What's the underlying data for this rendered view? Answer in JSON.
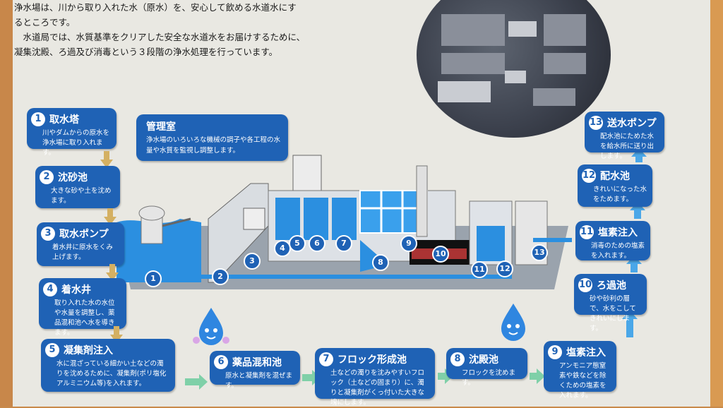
{
  "intro": {
    "line1": "浄水場は、川から取り入れた水（原水）を、安心して飲める水道水にす",
    "line2": "るところです。",
    "line3": "水道局では、水質基準をクリアした安全な水道水をお届けするために、",
    "line4": "凝集沈殿、ろ過及び消毒という３段階の浄水処理を行っています。"
  },
  "control_room": {
    "title": "管理室",
    "desc": "浄水場のいろいろな機械の調子や各工程の水量や水質を監視し調整します。"
  },
  "steps": [
    {
      "num": "1",
      "title": "取水塔",
      "desc": "川やダムからの原水を浄水場に取り入れます。"
    },
    {
      "num": "2",
      "title": "沈砂池",
      "desc": "大きな砂や土を沈めます。"
    },
    {
      "num": "3",
      "title": "取水ポンプ",
      "desc": "着水井に原水をくみ上げます。"
    },
    {
      "num": "4",
      "title": "着水井",
      "desc": "取り入れた水の水位や水量を調整し、薬品混和池へ水を導きます。"
    },
    {
      "num": "5",
      "title": "凝集剤注入",
      "desc": "水に混ざっている細かい土などの濁りを沈めるために、凝集剤(ポリ塩化アルミニウム等)を入れます。"
    },
    {
      "num": "6",
      "title": "薬品混和池",
      "desc": "原水と凝集剤を混ぜます。"
    },
    {
      "num": "7",
      "title": "フロック形成池",
      "desc": "土などの濁りを沈みやすいフロック（土などの固まり）に、濁りと凝集剤がくっ付いた大きな塊にします。"
    },
    {
      "num": "8",
      "title": "沈殿池",
      "desc": "フロックを沈めます。"
    },
    {
      "num": "9",
      "title": "塩素注入",
      "desc": "アンモニア態窒素や鉄などを除くための塩素を入れます。"
    },
    {
      "num": "10",
      "title": "ろ過池",
      "desc": "砂や砂利の層で、水をこしてきれいにします。"
    },
    {
      "num": "11",
      "title": "塩素注入",
      "desc": "消毒のための塩素を入れます。"
    },
    {
      "num": "12",
      "title": "配水池",
      "desc": "きれいになった水をためます。"
    },
    {
      "num": "13",
      "title": "送水ポンプ",
      "desc": "配水池にためた水を給水所に送り出します。"
    }
  ],
  "diagram_labels": [
    "1",
    "2",
    "3",
    "4",
    "5",
    "6",
    "7",
    "8",
    "9",
    "10",
    "11",
    "12",
    "13"
  ],
  "colors": {
    "panel": "#1f62b5",
    "water": "#4aa7e8",
    "board": "#e9e8e2"
  }
}
